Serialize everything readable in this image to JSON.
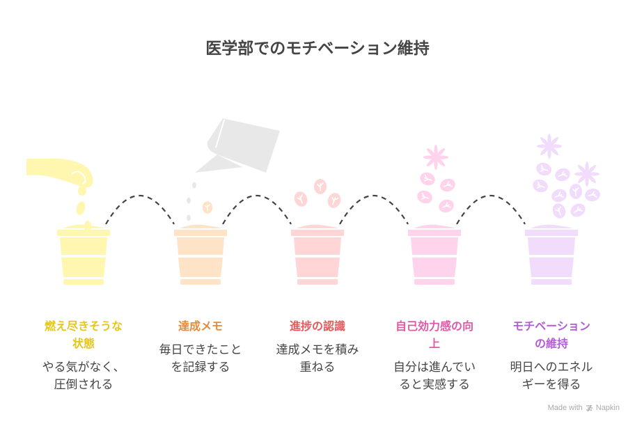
{
  "title": "医学部でのモチベーション維持",
  "colors": {
    "title": "#444444",
    "description": "#444444",
    "connector": "#444444",
    "watering_can": "#e8e8e8"
  },
  "steps": [
    {
      "heading": "燃え尽きそうな状態",
      "heading_lines": [
        "燃え尽きそうな",
        "状態"
      ],
      "description_lines": [
        "やる気がなく、",
        "圧倒される"
      ],
      "heading_color": "#e6c619",
      "pot_color": "#fff6b0",
      "illustration": "hand-dropping-seeds"
    },
    {
      "heading": "達成メモ",
      "heading_lines": [
        "達成メモ"
      ],
      "description_lines": [
        "毎日できたこと",
        "を記録する"
      ],
      "heading_color": "#e58a38",
      "pot_color": "#ffe3c7",
      "illustration": "watering-can-sprout"
    },
    {
      "heading": "進捗の認識",
      "heading_lines": [
        "進捗の認識"
      ],
      "description_lines": [
        "達成メモを積み",
        "重ねる"
      ],
      "heading_color": "#e25a5a",
      "pot_color": "#ffd6d6",
      "illustration": "three-leaves"
    },
    {
      "heading": "自己効力感の向上",
      "heading_lines": [
        "自己効力感の向",
        "上"
      ],
      "description_lines": [
        "自分は進んでい",
        "ると実感する"
      ],
      "heading_color": "#de5aa8",
      "pot_color": "#ffd3ec",
      "illustration": "leaves-and-flower"
    },
    {
      "heading": "モチベーションの維持",
      "heading_lines": [
        "モチベーション",
        "の維持"
      ],
      "description_lines": [
        "明日へのエネル",
        "ギーを得る"
      ],
      "heading_color": "#b45ad8",
      "pot_color": "#f1dcfb",
      "illustration": "many-leaves-and-flowers"
    }
  ],
  "footer": {
    "made_with": "Made with",
    "brand": "Napkin"
  }
}
